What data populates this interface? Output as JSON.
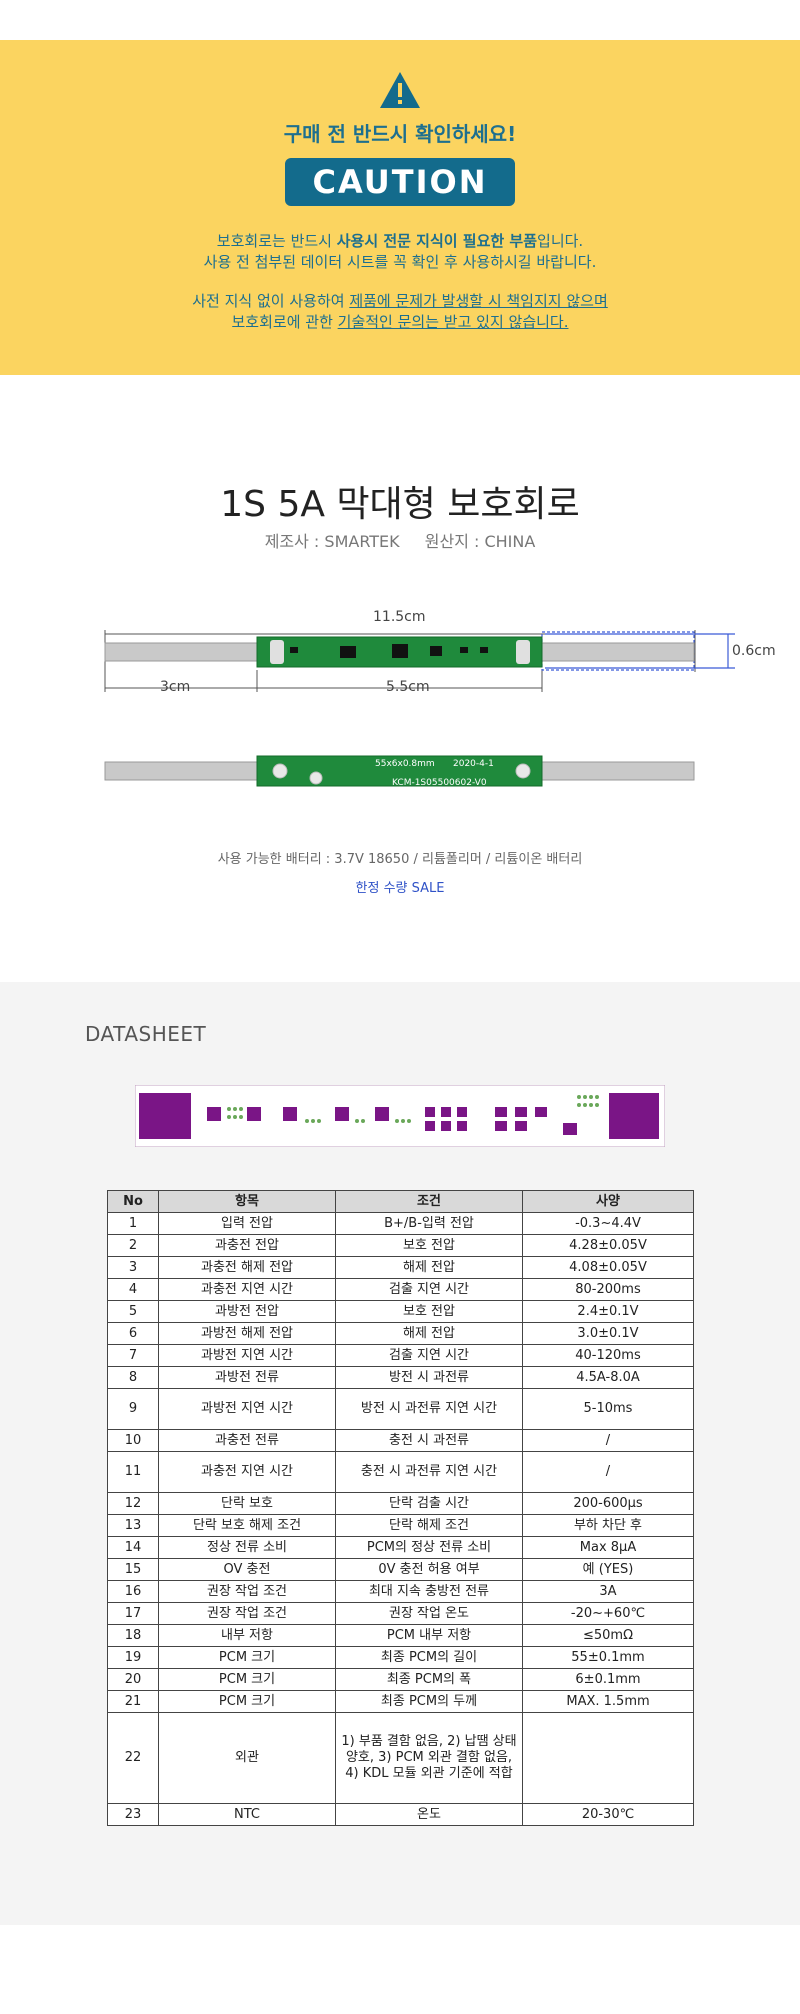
{
  "caution": {
    "headline": "구매 전 반드시 확인하세요!",
    "badge": "CAUTION",
    "line1_a": "보호회로는 반드시 ",
    "line1_b": "사용시 전문 지식이 필요한 부품",
    "line1_c": "입니다.",
    "line2": "사용 전 첨부된 데이터 시트를 꼭 확인 후 사용하시길 바랍니다.",
    "line3_a": "사전 지식 없이 사용하여 ",
    "line3_b": "제품에 문제가 발생할 시 책임지지 않으며",
    "line4_a": "보호회로에 관한 ",
    "line4_b": "기술적인 문의는 받고 있지 않습니다.",
    "colors": {
      "background": "#fbd460",
      "accent": "#136b8c"
    }
  },
  "product": {
    "title": "1S 5A 막대형 보호회로",
    "maker": "제조사 : SMARTEK",
    "origin": "원산지 : CHINA",
    "dim_total": "11.5cm",
    "dim_width": "0.6cm",
    "dim_strip": "3cm",
    "dim_pcb": "5.5cm",
    "pcb_marking_1": "55x6x0.8mm",
    "pcb_marking_2": "2020-4-1",
    "pcb_marking_3": "KCM-1S05500602-V0",
    "compatible": "사용 가능한 배터리 : 3.7V 18650 / 리튬폴리머 / 리튬이온 배터리",
    "sale": "한정 수량 SALE"
  },
  "datasheet": {
    "label": "DATASHEET",
    "headers": [
      "No",
      "항목",
      "조건",
      "사양"
    ],
    "rows": [
      [
        "1",
        "입력 전압",
        "B+/B-입력 전압",
        "-0.3~4.4V"
      ],
      [
        "2",
        "과충전 전압",
        "보호 전압",
        "4.28±0.05V"
      ],
      [
        "3",
        "과충전 해제 전압",
        "해제 전압",
        "4.08±0.05V"
      ],
      [
        "4",
        "과충전 지연 시간",
        "검출 지연 시간",
        "80-200ms"
      ],
      [
        "5",
        "과방전 전압",
        "보호 전압",
        "2.4±0.1V"
      ],
      [
        "6",
        "과방전 해제 전압",
        "해제 전압",
        "3.0±0.1V"
      ],
      [
        "7",
        "과방전 지연 시간",
        "검출 지연 시간",
        "40-120ms"
      ],
      [
        "8",
        "과방전 전류",
        "방전 시 과전류",
        "4.5A-8.0A"
      ],
      [
        "9",
        "과방전 지연 시간",
        "방전 시 과전류 지연 시간",
        "5-10ms"
      ],
      [
        "10",
        "과충전 전류",
        "충전 시 과전류",
        "/"
      ],
      [
        "11",
        "과충전 지연 시간",
        "충전 시 과전류 지연 시간",
        "/"
      ],
      [
        "12",
        "단락 보호",
        "단락 검출 시간",
        "200-600µs"
      ],
      [
        "13",
        "단락 보호 해제 조건",
        "단락 해제 조건",
        "부하 차단 후"
      ],
      [
        "14",
        "정상 전류 소비",
        "PCM의 정상 전류 소비",
        "Max 8µA"
      ],
      [
        "15",
        "OV 충전",
        "0V 충전 허용 여부",
        "예 (YES)"
      ],
      [
        "16",
        "권장 작업 조건",
        "최대 지속 충방전 전류",
        "3A"
      ],
      [
        "17",
        "권장 작업 조건",
        "권장 작업 온도",
        "-20~+60℃"
      ],
      [
        "18",
        "내부 저항",
        "PCM 내부 저항",
        "≤50mΩ"
      ],
      [
        "19",
        "PCM 크기",
        "최종 PCM의 길이",
        "55±0.1mm"
      ],
      [
        "20",
        "PCM 크기",
        "최종 PCM의 폭",
        "6±0.1mm"
      ],
      [
        "21",
        "PCM 크기",
        "최종 PCM의 두께",
        "MAX. 1.5mm"
      ],
      [
        "22",
        "외관",
        "1) 부품 결함 없음, 2) 납땜 상태 양호, 3) PCM 외관 결함 없음, 4) KDL 모듈 외관 기준에 적합",
        ""
      ],
      [
        "23",
        "NTC",
        "온도",
        "20-30℃"
      ]
    ]
  }
}
